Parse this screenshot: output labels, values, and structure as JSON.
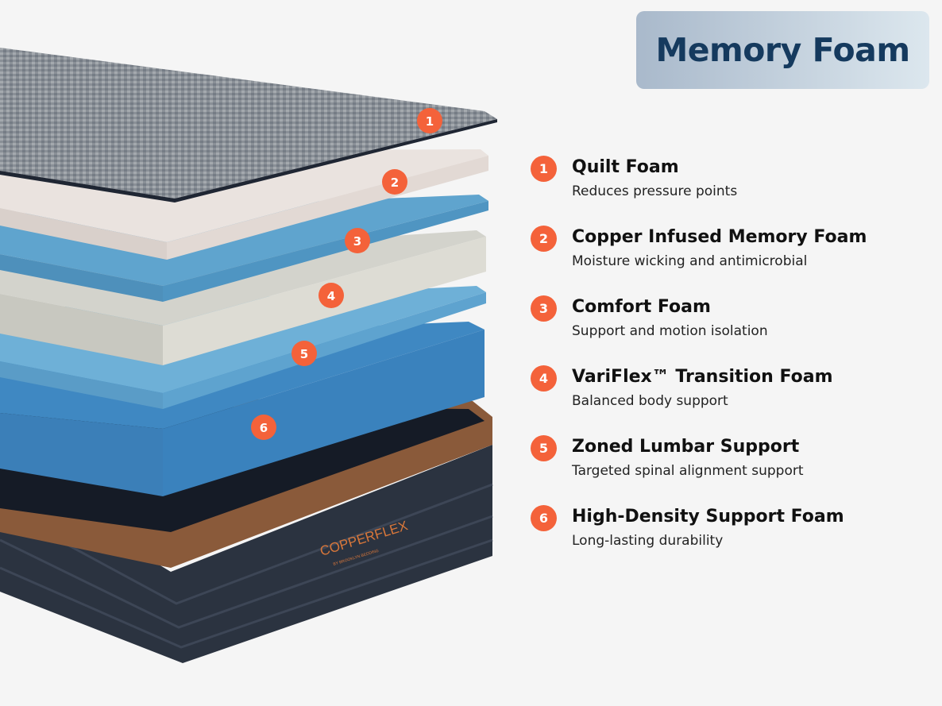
{
  "title": "Memory Foam",
  "brand": {
    "logo": "COPPERFLEX",
    "sub": "BY BROOKLYN BEDDING"
  },
  "accent_color": "#f4623a",
  "layers": [
    {
      "number": "1",
      "name": "Quilt Foam",
      "description": "Reduces pressure points"
    },
    {
      "number": "2",
      "name": "Copper Infused Memory Foam",
      "description": "Moisture wicking and antimicrobial"
    },
    {
      "number": "3",
      "name": "Comfort Foam",
      "description": "Support and motion isolation"
    },
    {
      "number": "4",
      "name": "VariFlex™ Transition Foam",
      "description": "Balanced body support"
    },
    {
      "number": "5",
      "name": "Zoned Lumbar Support",
      "description": "Targeted spinal alignment support"
    },
    {
      "number": "6",
      "name": "High-Density Support Foam",
      "description": "Long-lasting durability"
    }
  ]
}
